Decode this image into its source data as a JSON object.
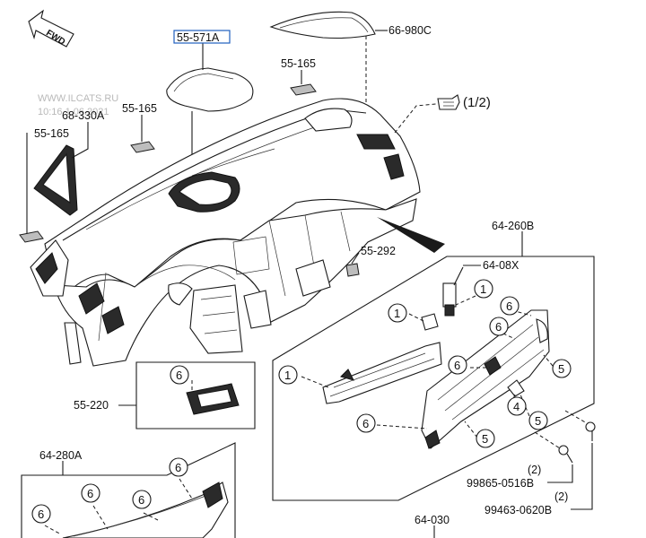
{
  "orientation": {
    "fwd": "FWD"
  },
  "watermark": {
    "site": "WWW.ILCATS.RU",
    "time": "10:16  1.06.2021"
  },
  "refs": {
    "page": "(1/2)"
  },
  "parts": {
    "p_55_571a": "55-571A",
    "p_66_980c": "66-980C",
    "p_55_165_a": "55-165",
    "p_55_165_b": "55-165",
    "p_55_165_c": "55-165",
    "p_68_330a": "68-330A",
    "p_64_260b": "64-260B",
    "p_64_08x": "64-08X",
    "p_55_292": "55-292",
    "p_55_220": "55-220",
    "p_64_280a": "64-280A",
    "p_64_030": "64-030",
    "p_99865": "99865-0516B",
    "p_99463": "99463-0620B"
  },
  "quantities": {
    "q_99865": "(2)",
    "q_99463": "(2)"
  },
  "callouts": {
    "c1": "1",
    "c2": "1",
    "c3": "1",
    "c4": "6",
    "c5": "6",
    "c6": "6",
    "c7": "6",
    "c8": "6",
    "c9": "6",
    "c10": "6",
    "c11": "6",
    "c12": "6",
    "c13": "5",
    "c14": "5",
    "c15": "5",
    "c16": "4"
  },
  "colors": {
    "line": "#1a1a1a",
    "highlight_box": "#1f5fbf",
    "watermark": "#b9b9b9"
  }
}
